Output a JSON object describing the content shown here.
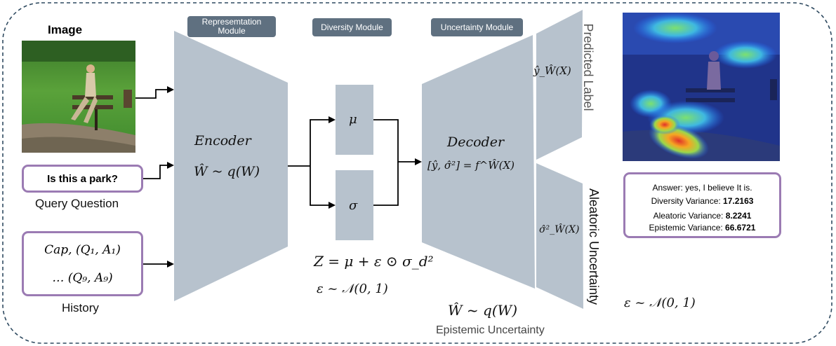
{
  "image_title": "Image",
  "query": {
    "text": "Is this a park?",
    "caption": "Query Question"
  },
  "history": {
    "line1": "Cap, (Q₁, A₁)",
    "line2": "… (Q₉, A₉)",
    "caption": "History"
  },
  "modules": {
    "representation": "Represemtation Module",
    "diversity": "Diversity Module",
    "uncertainty": "Uncertainty Module"
  },
  "encoder": {
    "title": "Encoder",
    "formula": "Ŵ ~ q(W)"
  },
  "diversity": {
    "mu": "μ",
    "sigma": "σ",
    "z_formula": "Z = μ + ε ⊙ σ_d²",
    "eps_formula": "ε ~ 𝒩(0, 1)"
  },
  "decoder": {
    "title": "Decoder",
    "formula": "[ŷ, σ̂²] = f^Ŵ(X)"
  },
  "heads": {
    "predicted_math": "ŷ_Ŵ(X)",
    "predicted_label": "Predicted Label",
    "aleatoric_math": "σ̂²_Ŵ(X)",
    "aleatoric_label": "Aleatoric Uncertainty"
  },
  "epistemic": {
    "formula": "Ŵ ~ q(W)",
    "caption": "Epistemic Uncertainty"
  },
  "result": {
    "answer": "Answer: yes, I believe It is.",
    "rows": [
      {
        "label": "Diversity Variance:",
        "value": "17.2163"
      },
      {
        "label": "Aleatoric Variance:",
        "value": "8.2241"
      },
      {
        "label": "Epistemic Variance:",
        "value": "66.6721"
      }
    ]
  },
  "right_eps": "ε ~ 𝒩(0, 1)",
  "colors": {
    "shape_fill": "#b7c2cd",
    "pill": "#5f7080",
    "box_border": "#9b7bb3",
    "frame": "#2f4a60"
  }
}
